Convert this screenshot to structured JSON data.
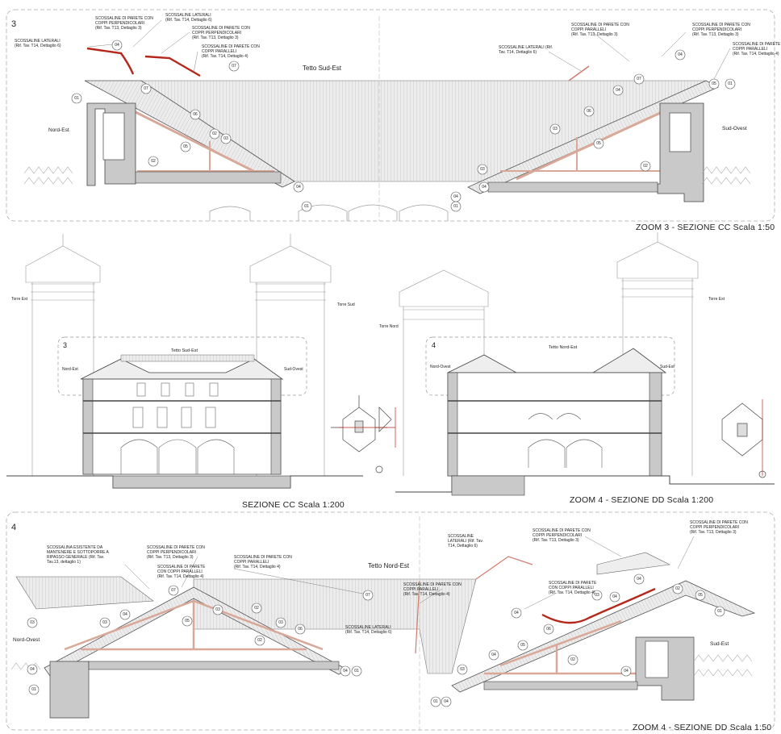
{
  "panels": {
    "zoom3": {
      "number": "3",
      "title": "ZOOM 3 - SEZIONE CC  Scala 1:50",
      "roof_label": "Tetto Sud-Est",
      "side_left": "Nord-Est",
      "side_right": "Sud-Ovest",
      "notes": [
        "SCOSSALINE LATERALI\n(Rif. Tav. T14, Dettaglio 6)",
        "SCOSSALINE DI PARETE CON\nCOPPI PERPENDICOLARI\n(Rif. Tav. T13, Dettaglio 3)",
        "SCOSSALINE LATERALI\n(Rif. Tav. T14, Dettaglio 6)",
        "SCOSSALINE DI PARETE CON\nCOPPI PERPENDICOLARI\n(Rif. Tav. T13, Dettaglio 3)",
        "SCOSSALINE DI PARETE CON\nCOPPI PARALLELI\n(Rif. Tav. T14, Dettaglio 4)",
        "SCOSSALINE LATERALI (Rif.\nTav. T14, Dettaglio 6)",
        "SCOSSALINE DI PARETE CON\nCOPPI PARALLELI\n(Rif. Tav. T13, Dettaglio 3)",
        "SCOSSALINE DI PARETE CON\nCOPPI PERPENDICOLARI\n(Rif. Tav. T13, Dettaglio 3)",
        "SCOSSALINE DI PARETE CON\nCOPPI PARALLELI\n(Rif. Tav. T14, Dettaglio 4)"
      ],
      "tags": [
        "01",
        "02",
        "03",
        "04",
        "05",
        "06",
        "07"
      ]
    },
    "sezcc": {
      "title": "SEZIONE CC Scala 1:200",
      "number": "3",
      "roof_label": "Tetto Sud-Est",
      "side_left": "Nord-Est",
      "side_right": "Sud-Ovest",
      "tower_left": "Torre Est",
      "tower_right": "Torre Sud"
    },
    "zoom4dd": {
      "title": "ZOOM 4 - SEZIONE DD  Scala 1:200",
      "number": "4",
      "roof_label": "Tetto Nord-Est",
      "side_left": "Nord-Ovest",
      "side_right": "Sud-Est",
      "tower_left": "Torre Nord",
      "tower_right": "Torre Est"
    },
    "zoom4": {
      "number": "4",
      "title": "ZOOM 4 - SEZIONE DD  Scala 1:50",
      "roof_label": "Tetto Nord-Est",
      "side_left": "Nord-Ovest",
      "side_right": "Sud-Est",
      "notes": [
        "SCOSSALINA ESISTENTE DA\nMANTENERE E SOTTOPORRE A\nRIPASSO GENERALE (Rif. Tav.\nTav.13, dettaglio 1)",
        "SCOSSALINE DI PARETE CON\nCOPPI PERPENDICOLARI\n(Rif. Tav. T13, Dettaglio 3)",
        "SCOSSALINE DI PARETE\nCON COPPI PARALLELI\n(Rif. Tav. T14, Dettaglio 4)",
        "SCOSSALINE\nLATERALI (Rif. Tav.\nT14, Dettaglio 6)",
        "SCOSSALINE DI PARETE CON\nCOPPI PARALLELI\n(Rif. Tav. T14, Dettaglio 4)",
        "SCOSSALINE DI PARETE CON\nCOPPI PERPENDICOLARI\n(Rif. Tav. T13, Dettaglio 3)",
        "SCOSSALINE DI PARETE CON\nCOPPI PARALLELI\n(Rif. Tav. T14, Dettaglio 4)",
        "SCOSSALINE DI PARETE\nCON COPPI PARALLELI\n(Rif. Tav. T14, Dettaglio 4)",
        "SCOSSALINE DI PARETE CON\nCOPPI PERPENDICOLARI\n(Rif. Tav. T13, Dettaglio 3)",
        "SCOSSALINE LATERALI\n(Rif. Tav. T14, Dettaglio 6)"
      ]
    }
  },
  "colors": {
    "line": "#333333",
    "wall": "#c9c9c9",
    "roof": "#e6e6e6",
    "timber": "#e8c8bc",
    "accent": "#b5281c",
    "frame": "#9a9a9a"
  }
}
